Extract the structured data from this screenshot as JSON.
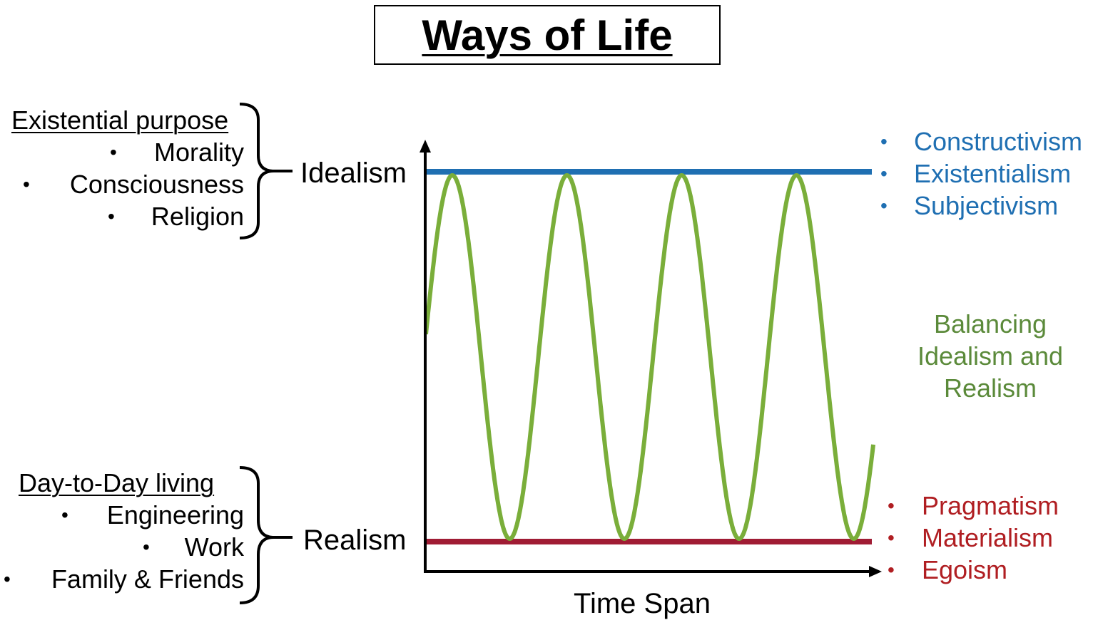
{
  "title": "Ways of Life",
  "top_group": {
    "heading": "Existential purpose",
    "items": [
      "Morality",
      "Consciousness",
      "Religion"
    ]
  },
  "bottom_group": {
    "heading": "Day-to-Day living",
    "items": [
      "Engineering",
      "Work",
      "Family & Friends"
    ]
  },
  "levels": {
    "idealism": "Idealism",
    "realism": "Realism"
  },
  "x_axis_label": "Time Span",
  "idealism_list": [
    "Constructivism",
    "Existentialism",
    "Subjectivism"
  ],
  "balance_label": "Balancing Idealism and Realism",
  "realism_list": [
    "Pragmatism",
    "Materialism",
    "Egoism"
  ],
  "colors": {
    "idealism": "#1f6fb2",
    "realism": "#a01c34",
    "balance": "#7aae3a",
    "axis": "#000000"
  },
  "wave": {
    "cycles": 3.9
  }
}
